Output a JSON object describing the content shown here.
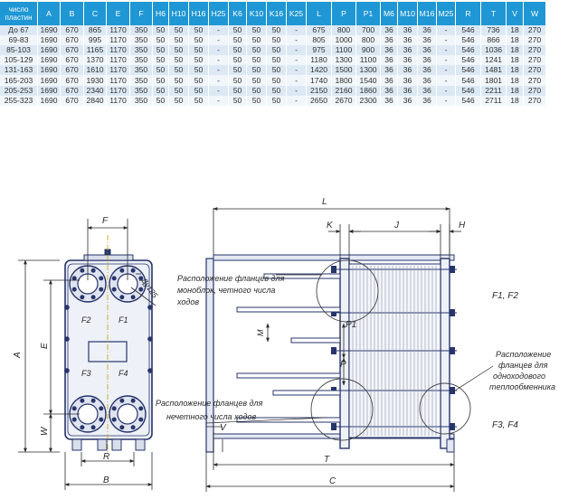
{
  "table": {
    "headers": [
      "число пластин",
      "A",
      "B",
      "C",
      "E",
      "F",
      "H6",
      "H10",
      "H16",
      "H25",
      "K6",
      "K10",
      "K16",
      "K25",
      "L",
      "P",
      "P1",
      "M6",
      "M10",
      "M16",
      "M25",
      "R",
      "T",
      "V",
      "W"
    ],
    "rows": [
      [
        "До 67",
        "1690",
        "670",
        "865",
        "1170",
        "350",
        "50",
        "50",
        "50",
        "-",
        "50",
        "50",
        "50",
        "-",
        "675",
        "800",
        "700",
        "36",
        "36",
        "36",
        "-",
        "546",
        "736",
        "18",
        "270"
      ],
      [
        "69-83",
        "1690",
        "670",
        "995",
        "1170",
        "350",
        "50",
        "50",
        "50",
        "-",
        "50",
        "50",
        "50",
        "-",
        "805",
        "1000",
        "800",
        "36",
        "36",
        "36",
        "-",
        "546",
        "866",
        "18",
        "270"
      ],
      [
        "85-103",
        "1690",
        "670",
        "1165",
        "1170",
        "350",
        "50",
        "50",
        "50",
        "-",
        "50",
        "50",
        "50",
        "-",
        "975",
        "1100",
        "900",
        "36",
        "36",
        "36",
        "-",
        "546",
        "1036",
        "18",
        "270"
      ],
      [
        "105-129",
        "1690",
        "670",
        "1370",
        "1170",
        "350",
        "50",
        "50",
        "50",
        "-",
        "50",
        "50",
        "50",
        "-",
        "1180",
        "1300",
        "1100",
        "36",
        "36",
        "36",
        "-",
        "546",
        "1241",
        "18",
        "270"
      ],
      [
        "131-163",
        "1690",
        "670",
        "1610",
        "1170",
        "350",
        "50",
        "50",
        "50",
        "-",
        "50",
        "50",
        "50",
        "-",
        "1420",
        "1500",
        "1300",
        "36",
        "36",
        "36",
        "-",
        "546",
        "1481",
        "18",
        "270"
      ],
      [
        "165-203",
        "1690",
        "670",
        "1930",
        "1170",
        "350",
        "50",
        "50",
        "50",
        "-",
        "50",
        "50",
        "50",
        "-",
        "1740",
        "1800",
        "1540",
        "36",
        "36",
        "36",
        "-",
        "546",
        "1801",
        "18",
        "270"
      ],
      [
        "205-253",
        "1690",
        "670",
        "2340",
        "1170",
        "350",
        "50",
        "50",
        "50",
        "-",
        "50",
        "50",
        "50",
        "-",
        "2150",
        "2160",
        "1860",
        "36",
        "36",
        "36",
        "-",
        "546",
        "2211",
        "18",
        "270"
      ],
      [
        "255-323",
        "1690",
        "670",
        "2840",
        "1170",
        "350",
        "50",
        "50",
        "50",
        "-",
        "50",
        "50",
        "50",
        "-",
        "2650",
        "2670",
        "2300",
        "36",
        "36",
        "36",
        "-",
        "546",
        "2711",
        "18",
        "270"
      ]
    ]
  },
  "drawing": {
    "front": {
      "F": "F",
      "A": "A",
      "E": "E",
      "W": "W",
      "R": "R",
      "B": "B",
      "D": "Ду125",
      "p_f2": "F2",
      "p_f1": "F1",
      "p_f3": "F3",
      "p_f4": "F4"
    },
    "side": {
      "L": "L",
      "K": "K",
      "J": "J",
      "H": "H",
      "M": "M",
      "P1": "P1",
      "P": "P",
      "V": "V",
      "T": "T",
      "C": "C",
      "F1F2": "F1, F2",
      "F3F4": "F3, F4"
    },
    "notes": {
      "mono_l1": "Расположение фланцев для",
      "mono_l2": "моноблок, четного числа",
      "mono_l3": "ходов",
      "odd_l1": "Расположение фланцев для",
      "odd_l2": "нечетного числа ходов",
      "single_l1": "Расположение",
      "single_l2": "фланцев для",
      "single_l3": "одноходового",
      "single_l4": "теплообменника"
    }
  }
}
